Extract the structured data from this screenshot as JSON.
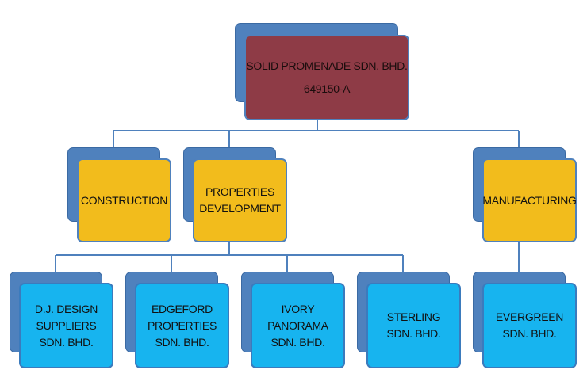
{
  "colors": {
    "connector": "#4f81bd",
    "root_fill": "#8e3b46",
    "division_fill": "#f2bc1c",
    "company_fill": "#17b4ef",
    "shadow_fill": "#4f81bd"
  },
  "root": {
    "name": "SOLID PROMENADE SDN. BHD.",
    "reg_no": "649150-A"
  },
  "divisions": [
    {
      "line1": "CONSTRUCTION",
      "line2": ""
    },
    {
      "line1": "PROPERTIES",
      "line2": "DEVELOPMENT"
    },
    {
      "line1": "MANUFACTURING",
      "line2": ""
    }
  ],
  "companies": [
    {
      "line1": "D.J. DESIGN",
      "line2": "SUPPLIERS",
      "line3": "SDN. BHD."
    },
    {
      "line1": "EDGEFORD",
      "line2": "PROPERTIES",
      "line3": "SDN. BHD."
    },
    {
      "line1": "IVORY",
      "line2": "PANORAMA",
      "line3": "SDN. BHD."
    },
    {
      "line1": "STERLING",
      "line2": "SDN. BHD.",
      "line3": ""
    },
    {
      "line1": "EVERGREEN",
      "line2": "SDN. BHD.",
      "line3": ""
    }
  ]
}
